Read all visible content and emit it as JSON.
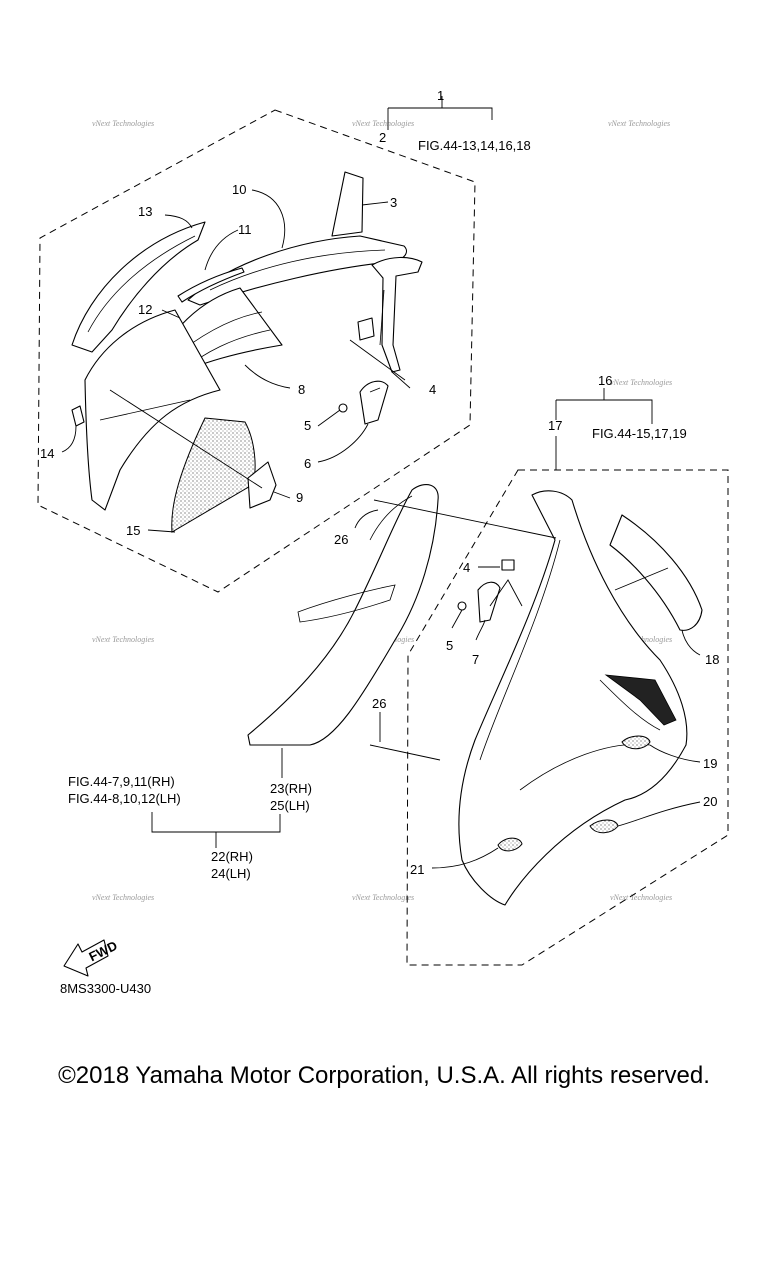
{
  "callouts": {
    "c1": "1",
    "c2": "2",
    "c3": "3",
    "c4a": "4",
    "c4b": "4",
    "c5a": "5",
    "c5b": "5",
    "c6": "6",
    "c7": "7",
    "c8": "8",
    "c9": "9",
    "c10": "10",
    "c11": "11",
    "c12": "12",
    "c13": "13",
    "c14": "14",
    "c15": "15",
    "c16": "16",
    "c17": "17",
    "c18": "18",
    "c19": "19",
    "c20": "20",
    "c21": "21",
    "c26a": "26",
    "c26b": "26"
  },
  "refs": {
    "fig_upper": "FIG.44-13,14,16,18",
    "fig_side": "FIG.44-15,17,19",
    "fig_rh": "FIG.44-7,9,11(RH)",
    "fig_lh": "FIG.44-8,10,12(LH)",
    "p23": "23(RH)",
    "p25": "25(LH)",
    "p22": "22(RH)",
    "p24": "24(LH)"
  },
  "fwd_label": "FWD",
  "diagram_code": "8MS3300-U430",
  "watermark": "vNext Technologies",
  "copyright": "©2018 Yamaha Motor Corporation, U.S.A. All rights reserved."
}
